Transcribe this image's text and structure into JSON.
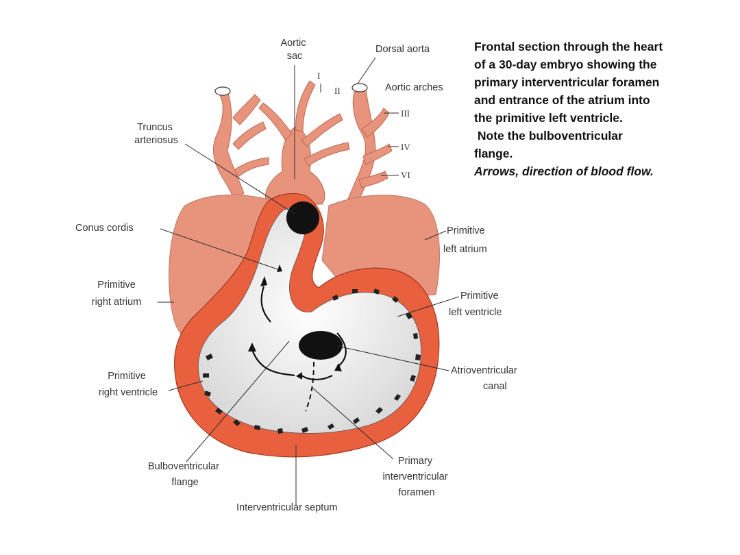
{
  "colors": {
    "tissue": "#e8937c",
    "wall": "#e9603f",
    "lumen": "#f3f3f3",
    "dark": "#111111"
  },
  "caption": {
    "lines": [
      "Frontal section through the heart",
      "of a 30-day embryo showing the",
      "primary interventricular foramen",
      "and entrance of the atrium into",
      "the primitive left ventricle.",
      " Note the bulboventricular",
      "flange."
    ],
    "note": "Arrows, direction of blood flow."
  },
  "labels": {
    "aortic_sac": [
      "Aortic",
      "sac"
    ],
    "dorsal_aorta": "Dorsal aorta",
    "aortic_arches": "Aortic arches",
    "arch_i": "I",
    "arch_ii": "II",
    "arch_iii": "III",
    "arch_iv": "IV",
    "arch_vi": "VI",
    "truncus_arteriosus": [
      "Truncus",
      "arteriosus"
    ],
    "conus_cordis": "Conus cordis",
    "primitive_left_atrium": [
      "Primitive",
      "left atrium"
    ],
    "primitive_right_atrium": [
      "Primitive",
      "right atrium"
    ],
    "primitive_left_ventricle": [
      "Primitive",
      "left ventricle"
    ],
    "atrioventricular_canal": [
      "Atrioventricular",
      "canal"
    ],
    "primitive_right_ventricle": [
      "Primitive",
      "right ventricle"
    ],
    "bulboventricular_flange": [
      "Bulboventricular",
      "flange"
    ],
    "primary_interventricular_foramen": [
      "Primary",
      "interventricular",
      "foramen"
    ],
    "interventricular_septum": "Interventricular septum"
  }
}
